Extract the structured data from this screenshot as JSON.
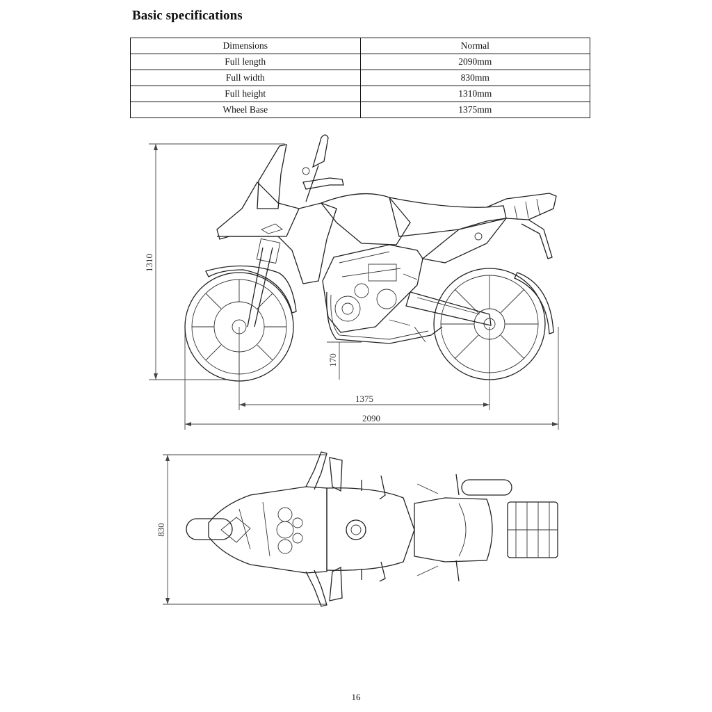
{
  "heading": "Basic specifications",
  "table": {
    "header": [
      "Dimensions",
      "Normal"
    ],
    "rows": [
      [
        "Full length",
        "2090mm"
      ],
      [
        "Full width",
        "830mm"
      ],
      [
        "Full height",
        "1310mm"
      ],
      [
        "Wheel Base",
        "1375mm"
      ]
    ]
  },
  "side_view_dimensions": {
    "height": "1310",
    "ground_clearance": "170",
    "wheel_base": "1375",
    "length": "2090"
  },
  "top_view_dimensions": {
    "width": "830"
  },
  "page_number": "16"
}
